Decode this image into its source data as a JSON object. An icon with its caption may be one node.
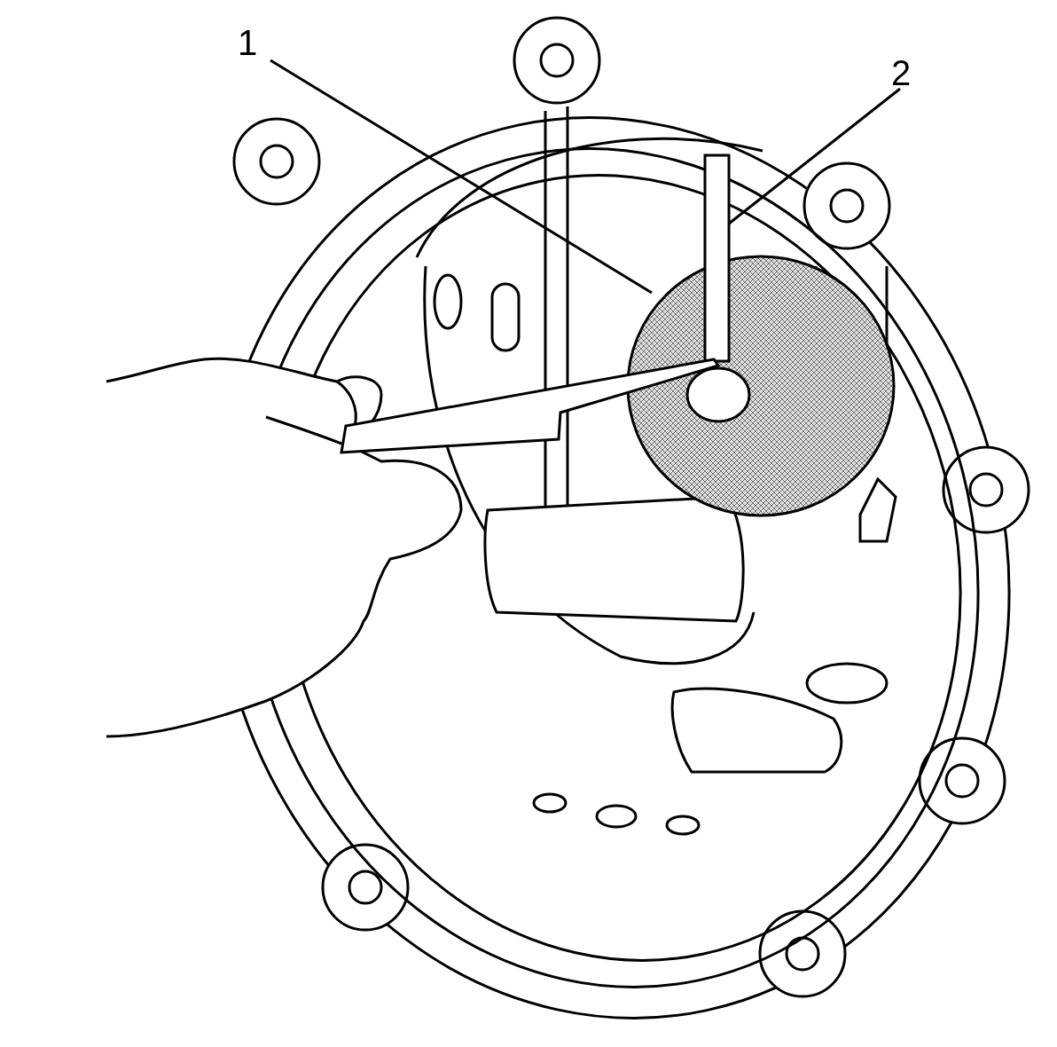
{
  "diagram": {
    "nodes": [
      {
        "text": [
          "1"
        ]
      },
      {
        "text": [
          "2"
        ]
      },
      {
        "text": [],
        "shape": "picture"
      },
      {
        "text": [],
        "shape": "picture"
      }
    ],
    "edges": [
      {
        "from": 0,
        "to": 2,
        "arrow": "none"
      },
      {
        "from": 1,
        "to": 3,
        "arrow": "none"
      }
    ]
  }
}
